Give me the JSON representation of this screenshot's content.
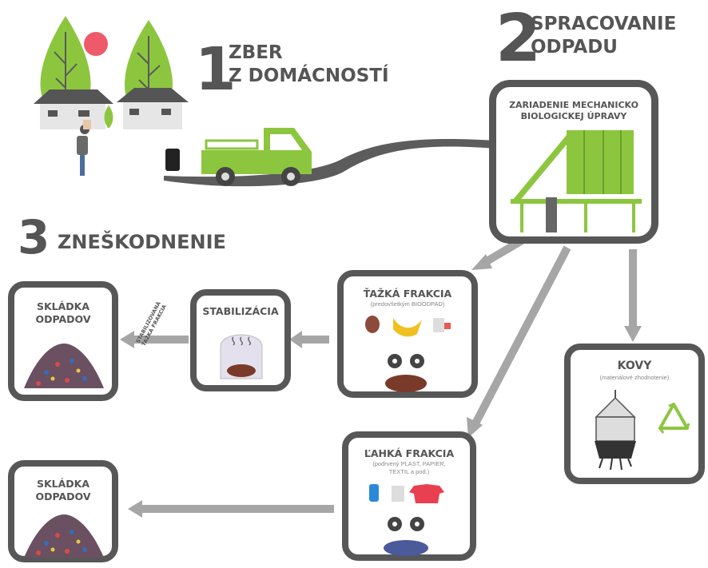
{
  "steps": {
    "s1": {
      "number": "1",
      "title_line1": "ZBER",
      "title_line2": "Z DOMÁCNOSTÍ"
    },
    "s2": {
      "number": "2",
      "title_line1": "SPRACOVANIE",
      "title_line2": "ODPADU"
    },
    "s3": {
      "number": "3",
      "title": "ZNEŠKODNENIE"
    }
  },
  "boxes": {
    "plant": {
      "line1": "ZARIADENIE MECHANICKO",
      "line2": "BIOLOGICKEJ ÚPRAVY"
    },
    "heavy": {
      "title": "ŤAŽKÁ FRAKCIA",
      "subtitle": "(predovšetkým BIOODPAD)"
    },
    "light": {
      "title": "ĽAHKÁ FRAKCIA",
      "subtitle_line1": "(podrvený PLAST, PAPIER,",
      "subtitle_line2": "TEXTIL a pod.)"
    },
    "metals": {
      "title": "KOVY",
      "subtitle": "(materiálové zhodnotenie)"
    },
    "stabilization": {
      "title": "STABILIZÁCIA"
    },
    "landfill_top": {
      "line1": "SKLÁDKA",
      "line2": "ODPADOV"
    },
    "landfill_bottom": {
      "line1": "SKLÁDKA",
      "line2": "ODPADOV"
    }
  },
  "arrow_label": {
    "line1": "STABILIZOVANÁ",
    "line2": "ŤAŽKÁ FRAKCIA"
  },
  "colors": {
    "accent_green": "#8cc63f",
    "dark_frame": "#575757",
    "arrow_gray": "#a6a6a6",
    "text_gray": "#555555"
  }
}
